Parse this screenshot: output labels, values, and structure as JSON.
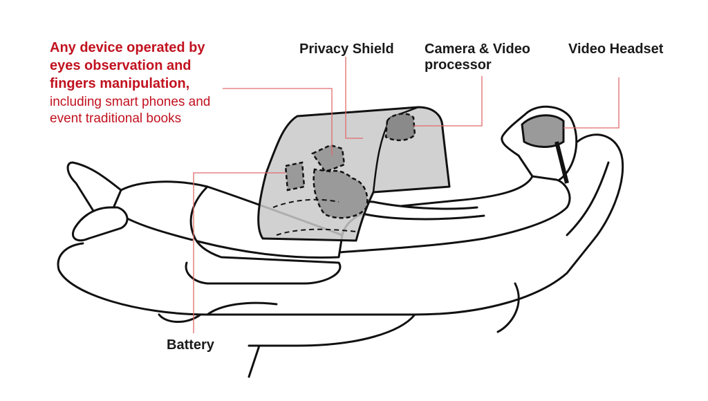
{
  "labels": {
    "device_title": "Any device operated by eyes observation and fingers manipulation,",
    "device_desc": "including smart phones and event traditional books",
    "privacy_shield": "Privacy Shield",
    "camera_line1": "Camera & Video",
    "camera_line2": "processor",
    "video_headset": "Video Headset",
    "battery": "Battery"
  },
  "colors": {
    "accent": "#c1121f",
    "leader": "#e06a6a",
    "outline": "#111111",
    "screen": "#c9c9c9",
    "component": "#8a8a8a",
    "headset": "#9a9a9a"
  }
}
